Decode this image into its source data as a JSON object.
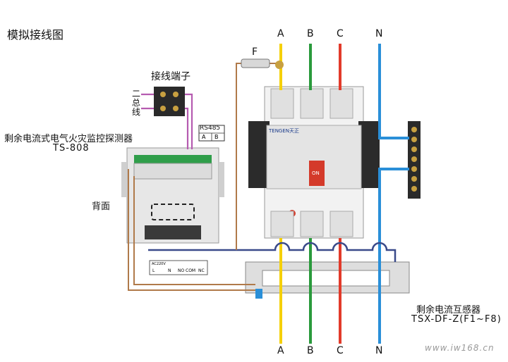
{
  "title": "模拟接线图",
  "terminal_block_label": "接线端子",
  "bus_label": "二总线",
  "detector": {
    "name": "剩余电流式电气火灾监控探测器",
    "model": "TS-808",
    "back_label": "背面",
    "rs485": "RS485",
    "rs485_a": "A",
    "rs485_b": "B"
  },
  "fuse_label": "F",
  "phases_top": [
    "A",
    "B",
    "C",
    "N"
  ],
  "phases_bottom": [
    "A",
    "B",
    "C",
    "N"
  ],
  "breaker": {
    "brand": "TENGEN天正",
    "on_label": "ON"
  },
  "ct": {
    "name": "剩余电流互感器",
    "model": "TSX-DF-Z(F1~F8)"
  },
  "power_terminal_labels": [
    "AC220V",
    "L",
    "N",
    "NO",
    "COM",
    "NC"
  ],
  "watermark": "www.iw168.cn",
  "colors": {
    "phase_a": "#f5d000",
    "phase_b": "#2a9a3c",
    "phase_c": "#e23a2a",
    "neutral": "#2a8fd8",
    "bus_wire": "#b55bb0",
    "signal_wire": "#b07a4a"
  }
}
